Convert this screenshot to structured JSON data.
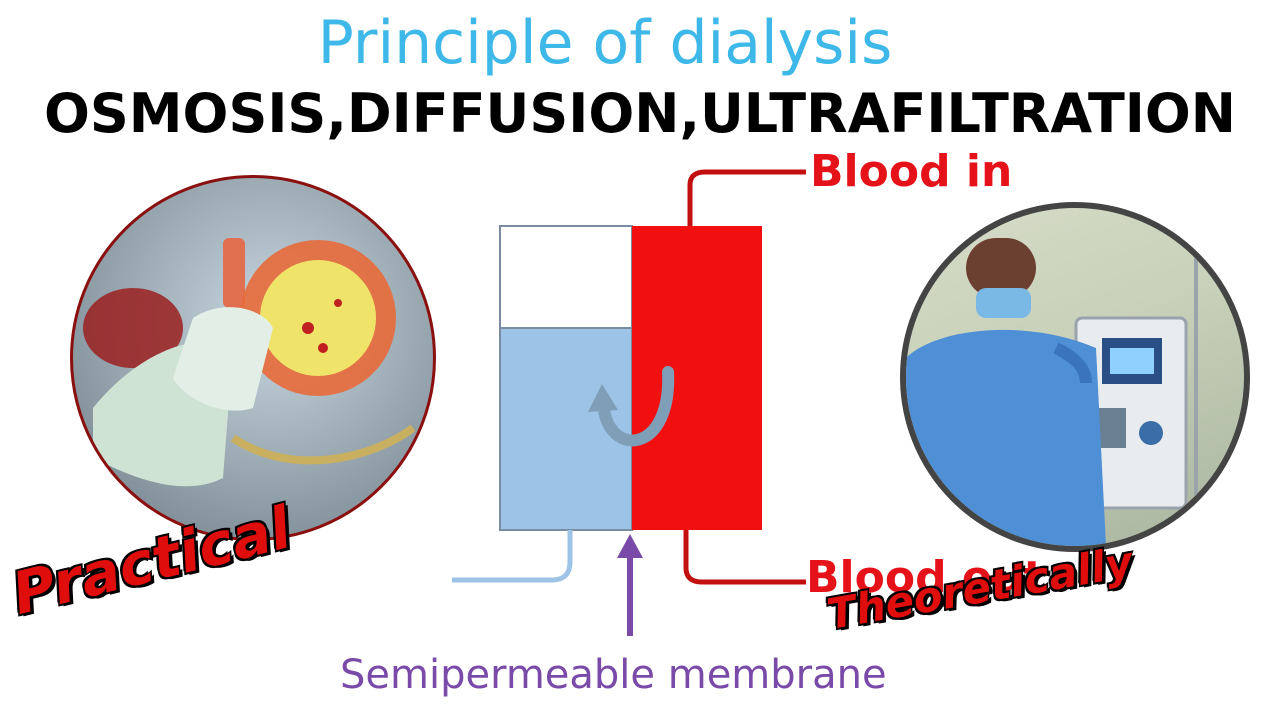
{
  "title": "Principle of dialysis",
  "subtitle": "OSMOSIS,DIFFUSION,ULTRAFILTRATION",
  "labels": {
    "blood_in": "Blood in",
    "blood_out": "Blood out",
    "membrane": "Semipermeable membrane"
  },
  "stamps": {
    "left": "Practical",
    "right": "Theoretically"
  },
  "colors": {
    "title": "#3db8e8",
    "blood": "#e5121a",
    "dialysate": "#9dc3e6",
    "membrane_arrow": "#7a4aa8"
  },
  "icons": {
    "left_photo": "dialyzer-in-hand-photo",
    "right_photo": "nurse-with-dialysis-machine-photo"
  }
}
